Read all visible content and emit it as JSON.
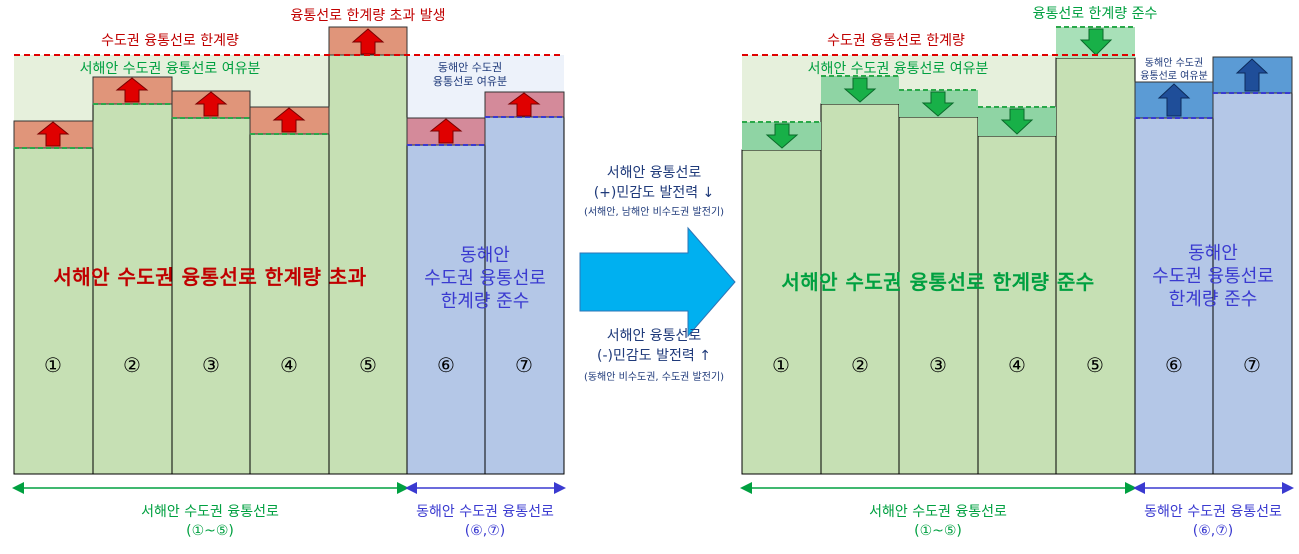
{
  "left": {
    "top_annotation": "융통선로 한계량 초과 발생",
    "limit_label": "수도권 융통선로 한계량",
    "west_margin_label": "서해안 수도권 융통선로 여유분",
    "east_margin_label_line1": "동해안 수도권",
    "east_margin_label_line2": "융통선로 여유분",
    "center_text": "서해안 수도권 융통선로 한계량 초과",
    "east_text_line1": "동해안",
    "east_text_line2": "수도권 융통선로",
    "east_text_line3": "한계량 준수",
    "bar_numbers": [
      "①",
      "②",
      "③",
      "④",
      "⑤",
      "⑥",
      "⑦"
    ],
    "bottom_west_line1": "서해안 수도권 융통선로",
    "bottom_west_line2": "(①~⑤)",
    "bottom_east_line1": "동해안 수도권 융통선로",
    "bottom_east_line2": "(⑥,⑦)"
  },
  "middle": {
    "upper_line1": "서해안 융통선로",
    "upper_line2": "(+)민감도 발전력 ↓",
    "upper_line3": "(서해안, 남해안 비수도권 발전기)",
    "lower_line1": "서해안 융통선로",
    "lower_line2": "(-)민감도 발전력 ↑",
    "lower_line3": "(동해안 비수도권, 수도권 발전기)"
  },
  "right": {
    "top_annotation": "융통선로 한계량 준수",
    "limit_label": "수도권 융통선로 한계량",
    "west_margin_label": "서해안 수도권 융통선로 여유분",
    "east_margin_label_line1": "동해안 수도권",
    "east_margin_label_line2": "융통선로 여유분",
    "center_text": "서해안 수도권 융통선로 한계량 준수",
    "east_text_line1": "동해안",
    "east_text_line2": "수도권 융통선로",
    "east_text_line3": "한계량 준수",
    "bar_numbers": [
      "①",
      "②",
      "③",
      "④",
      "⑤",
      "⑥",
      "⑦"
    ],
    "bottom_west_line1": "서해안 수도권 융통선로",
    "bottom_west_line2": "(①~⑤)",
    "bottom_east_line1": "동해안 수도권 융통선로",
    "bottom_east_line2": "(⑥,⑦)"
  },
  "colors": {
    "green_bar": "#c6e0b4",
    "blue_bar": "#b4c7e7",
    "red_text": "#c00000",
    "green_text": "#00a040",
    "blue_text": "#3a3ad0",
    "arrow_blue": "#00b0f0",
    "limit_line": "#e00000"
  }
}
